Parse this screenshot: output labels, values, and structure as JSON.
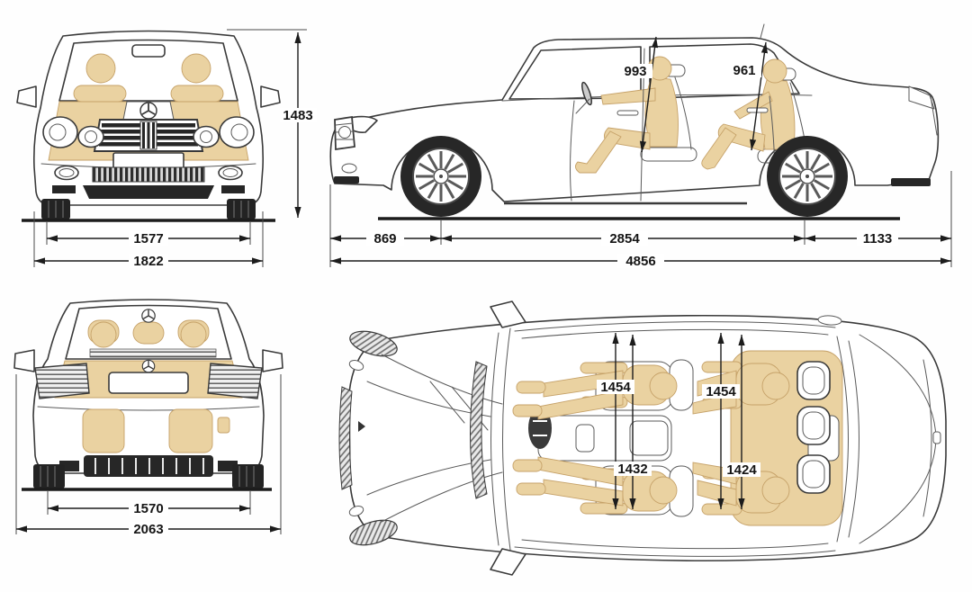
{
  "palette": {
    "background": "#fefefe",
    "line": "#3a3a3a",
    "dark_fill": "#262626",
    "seat_tan": "#ead2a1",
    "tan_outline": "#c6a269",
    "dimension": "#1c1c1c"
  },
  "icons": {
    "brand": "mercedes-star"
  },
  "views": {
    "front": {
      "height": "1483",
      "track_front": "1577",
      "body_width": "1822"
    },
    "side": {
      "headroom_front": "993",
      "headroom_rear": "961",
      "overhang_front": "869",
      "wheelbase": "2854",
      "overhang_rear": "1133",
      "overall_length": "4856"
    },
    "rear": {
      "track_rear": "1570",
      "width_incl_mirrors": "2063"
    },
    "top": {
      "shoulder_room_front": "1454",
      "shoulder_room_rear": "1454",
      "elbow_room_front": "1432",
      "elbow_room_rear": "1424"
    }
  }
}
